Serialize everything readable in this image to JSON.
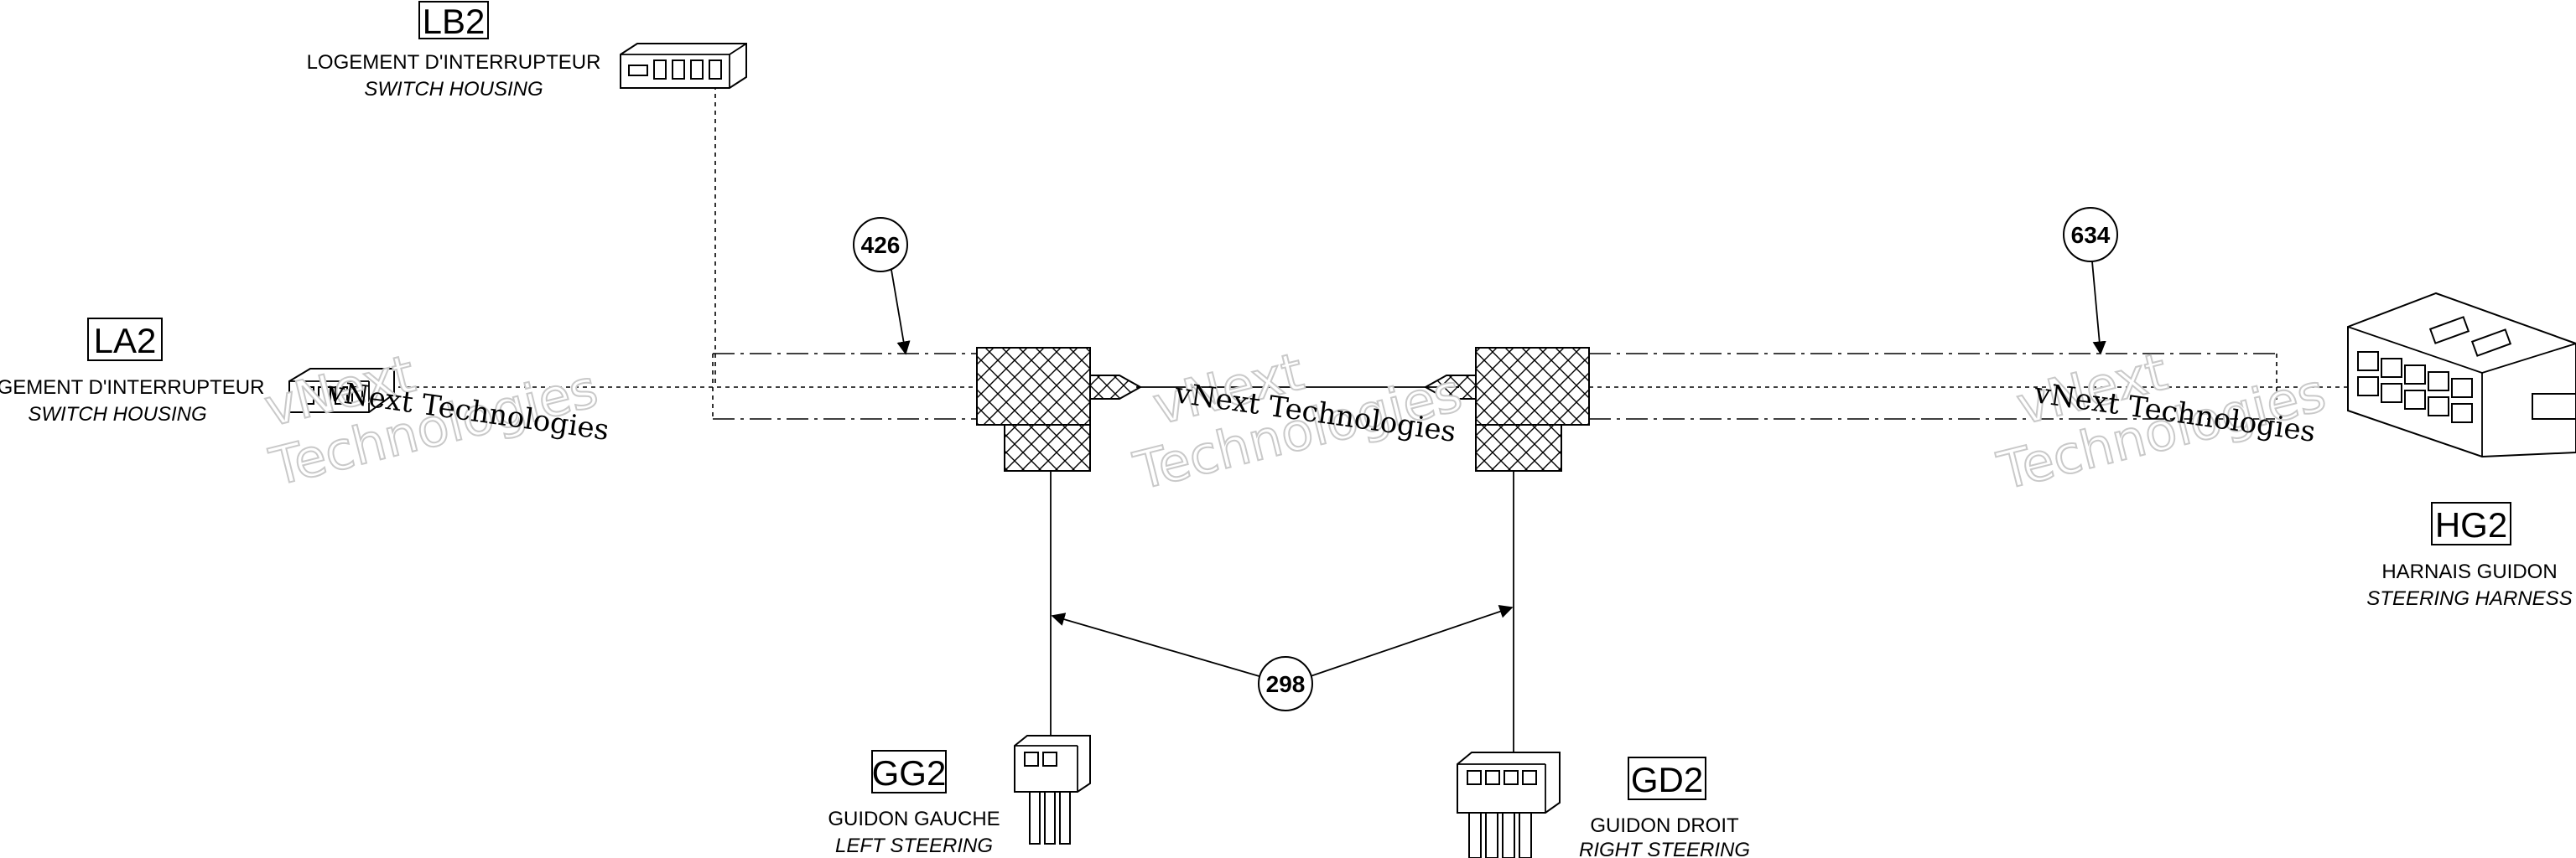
{
  "connectors": {
    "lb2": {
      "code": "LB2",
      "label_fr": "LOGEMENT D'INTERRUPTEUR",
      "label_en": "SWITCH HOUSING"
    },
    "la2": {
      "code": "LA2",
      "label_fr": "LOGEMENT D'INTERRUPTEUR",
      "label_en": "SWITCH HOUSING"
    },
    "hg2": {
      "code": "HG2",
      "label_fr": "HARNAIS GUIDON",
      "label_en": "STEERING HARNESS"
    },
    "gg2": {
      "code": "GG2",
      "label_fr": "GUIDON GAUCHE",
      "label_en": "LEFT STEERING"
    },
    "gd2": {
      "code": "GD2",
      "label_fr": "GUIDON DROIT",
      "label_en": "RIGHT STEERING"
    }
  },
  "dimensions": {
    "left_segment": "426",
    "right_segment": "634",
    "branch_spacing": "298"
  },
  "watermark": {
    "text": "vNext Technologies",
    "line1": "vNext",
    "line2": "Technologies"
  }
}
